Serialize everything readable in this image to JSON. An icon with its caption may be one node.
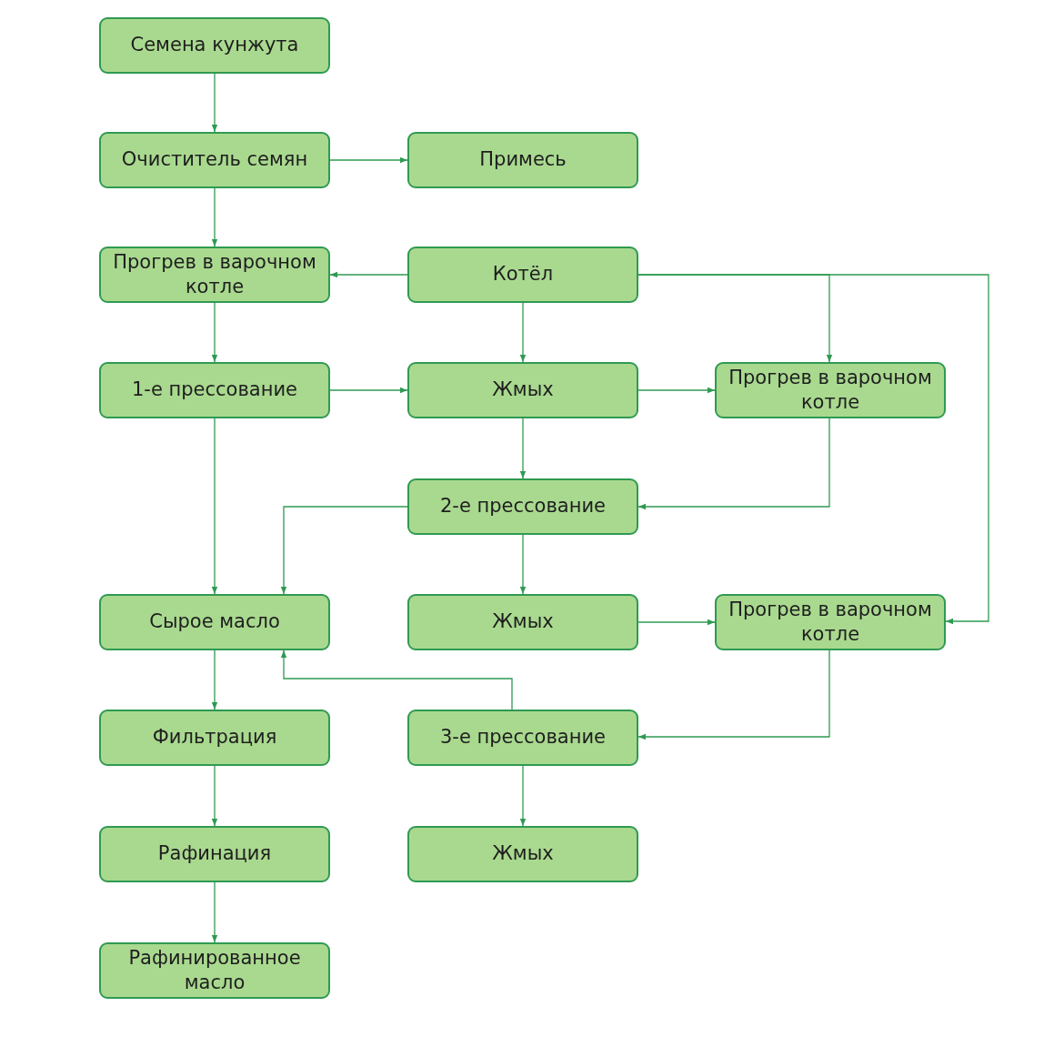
{
  "diagram": {
    "nodes": [
      {
        "text": [
          "Семена кунжута"
        ]
      },
      {
        "text": [
          "Очиститель семян"
        ]
      },
      {
        "text": [
          "Примесь"
        ]
      },
      {
        "text": [
          "Прогрев в варочном котле"
        ]
      },
      {
        "text": [
          "Котёл"
        ]
      },
      {
        "text": [
          "1-е прессование"
        ]
      },
      {
        "text": [
          "Жмых"
        ]
      },
      {
        "text": [
          "Прогрев в варочном котле"
        ]
      },
      {
        "text": [
          "2-е прессование"
        ]
      },
      {
        "text": [
          "Сырое масло"
        ]
      },
      {
        "text": [
          "Жмых"
        ]
      },
      {
        "text": [
          "Прогрев в варочном котле"
        ]
      },
      {
        "text": [
          "Фильтрация"
        ]
      },
      {
        "text": [
          "3-е прессование"
        ]
      },
      {
        "text": [
          "Рафинация"
        ]
      },
      {
        "text": [
          "Жмых"
        ]
      },
      {
        "text": [
          "Рафинированное масло"
        ]
      }
    ],
    "edges": [
      {
        "from": 0,
        "to": 1,
        "arrow": "to"
      },
      {
        "from": 1,
        "to": 2,
        "arrow": "to"
      },
      {
        "from": 1,
        "to": 3,
        "arrow": "to"
      },
      {
        "from": 4,
        "to": 3,
        "arrow": "to"
      },
      {
        "from": 3,
        "to": 5,
        "arrow": "to"
      },
      {
        "from": 4,
        "to": 6,
        "arrow": "to"
      },
      {
        "from": 4,
        "to": 7,
        "arrow": "to"
      },
      {
        "from": 4,
        "to": 11,
        "arrow": "to"
      },
      {
        "from": 5,
        "to": 6,
        "arrow": "to"
      },
      {
        "from": 6,
        "to": 7,
        "arrow": "to"
      },
      {
        "from": 5,
        "to": 9,
        "arrow": "to"
      },
      {
        "from": 6,
        "to": 8,
        "arrow": "to"
      },
      {
        "from": 7,
        "to": 8,
        "arrow": "to"
      },
      {
        "from": 8,
        "to": 9,
        "arrow": "to"
      },
      {
        "from": 8,
        "to": 10,
        "arrow": "to"
      },
      {
        "from": 10,
        "to": 11,
        "arrow": "to"
      },
      {
        "from": 11,
        "to": 13,
        "arrow": "to"
      },
      {
        "from": 13,
        "to": 9,
        "arrow": "to"
      },
      {
        "from": 13,
        "to": 15,
        "arrow": "to"
      },
      {
        "from": 9,
        "to": 12,
        "arrow": "to"
      },
      {
        "from": 12,
        "to": 14,
        "arrow": "to"
      },
      {
        "from": 14,
        "to": 16,
        "arrow": "to"
      }
    ]
  }
}
